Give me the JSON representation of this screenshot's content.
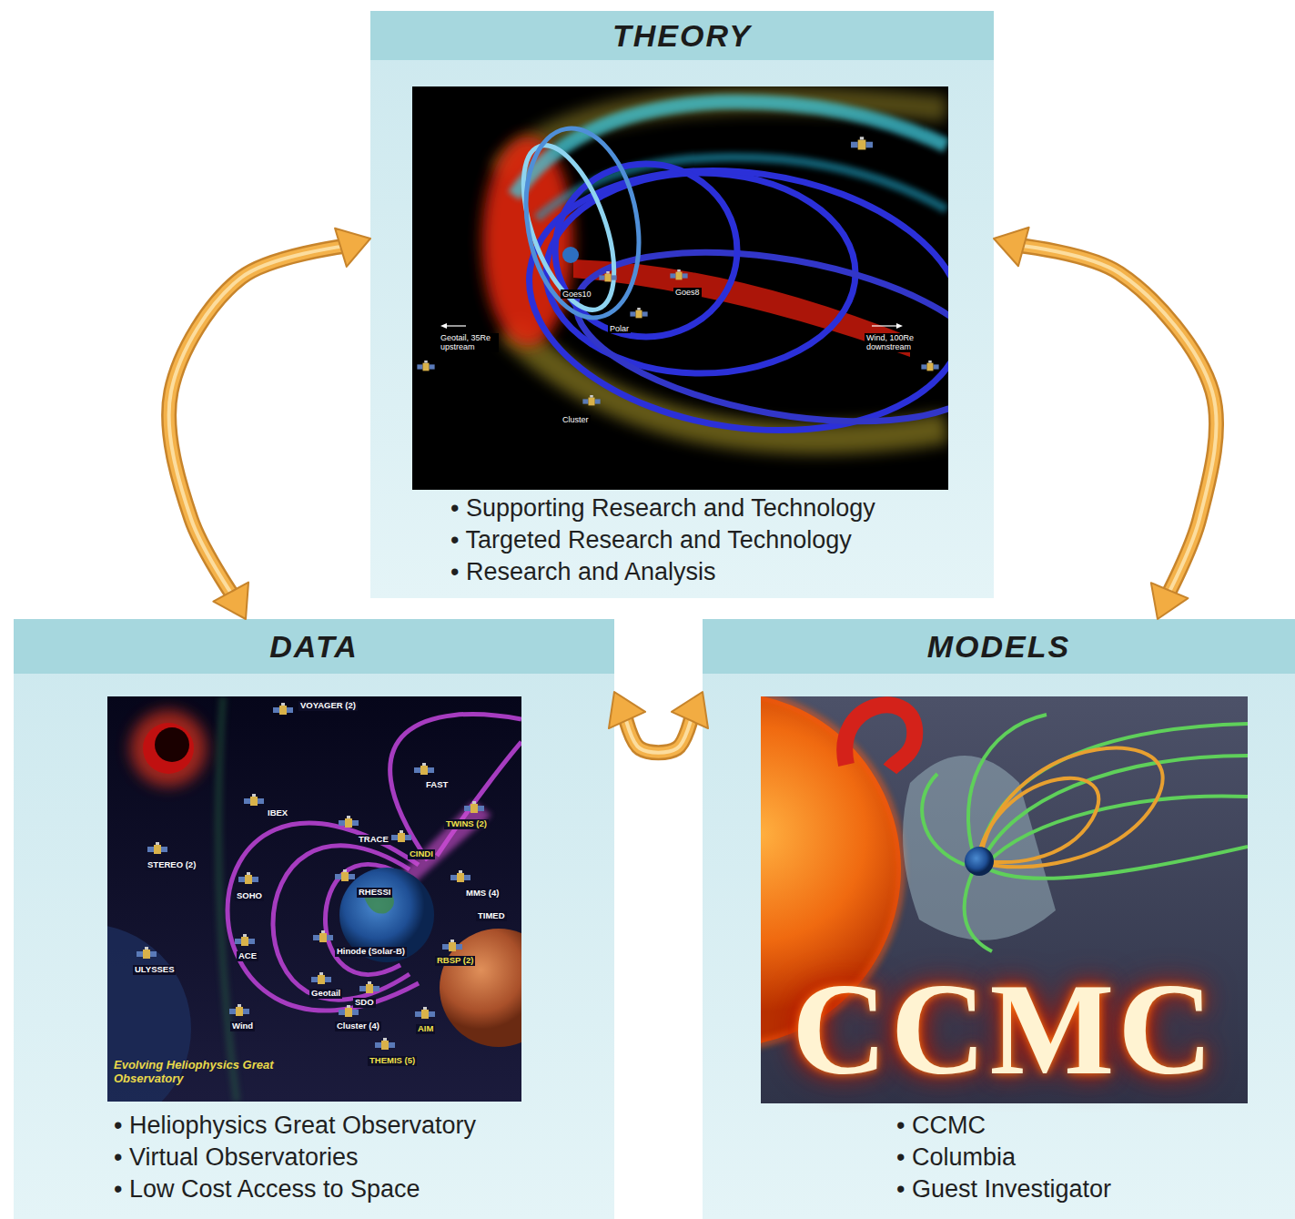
{
  "diagram": {
    "nodes": [
      {
        "text": [
          "THEORY",
          "• Supporting Research and Technology",
          "• Targeted Research and Technology",
          "• Research and Analysis"
        ]
      },
      {
        "text": [
          "DATA",
          "• Heliophysics Great Observatory",
          "• Virtual Observatories",
          "• Low Cost Access to Space"
        ]
      },
      {
        "text": [
          "MODELS",
          "• CCMC",
          "• Columbia",
          "• Guest Investigator"
        ]
      }
    ],
    "edges": [
      {
        "from": 1,
        "to": 0,
        "arrow": "both"
      },
      {
        "from": 0,
        "to": 2,
        "arrow": "both"
      },
      {
        "from": 1,
        "to": 2,
        "arrow": "both"
      }
    ],
    "labels": [
      "Geotail, 35Re upstream",
      "Goes10",
      "Goes8",
      "Polar",
      "Wind, 100Re downstream",
      "Cluster",
      "VOYAGER (2)",
      "IBEX",
      "FAST",
      "TRACE",
      "CINDI",
      "TWINS (2)",
      "STEREO (2)",
      "SOHO",
      "RHESSI",
      "MMS (4)",
      "TIMED",
      "ACE",
      "Hinode (Solar-B)",
      "RBSP (2)",
      "ULYSSES",
      "Geotail",
      "SDO",
      "Wind",
      "Cluster (4)",
      "AIM",
      "THEMIS (5)",
      "Evolving Heliophysics Great Observatory",
      "CCMC"
    ]
  }
}
